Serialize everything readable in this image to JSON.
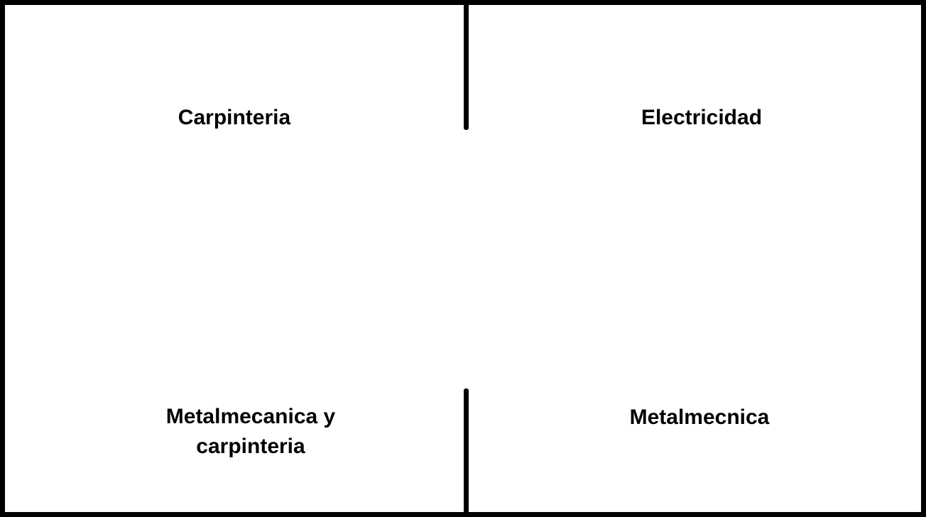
{
  "colors": {
    "wall": "#000000",
    "background": "#ffffff",
    "text": "#000000"
  },
  "rooms": {
    "top_left": {
      "label": "Carpinteria"
    },
    "top_right": {
      "label": "Electricidad"
    },
    "bottom_left": {
      "label_lines": [
        "Metalmecanica y",
        "carpinteria"
      ]
    },
    "bottom_right": {
      "label": "Metalmecnica"
    }
  }
}
